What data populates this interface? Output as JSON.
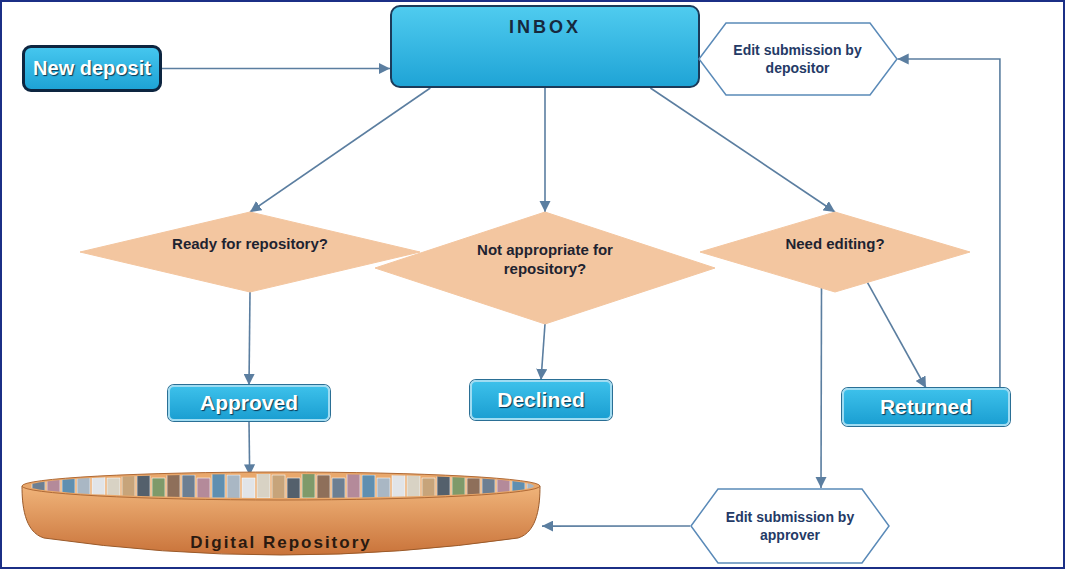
{
  "diagram": {
    "nodes": [
      {
        "text": [
          "New deposit"
        ]
      },
      {
        "text": [
          "INBOX"
        ]
      },
      {
        "text": [
          "Edit submission by depositor"
        ]
      },
      {
        "text": [
          "Ready for repository?"
        ]
      },
      {
        "text": [
          "Not appropriate for repository?"
        ]
      },
      {
        "text": [
          "Need editing?"
        ]
      },
      {
        "text": [
          "Approved"
        ]
      },
      {
        "text": [
          "Declined"
        ]
      },
      {
        "text": [
          "Returned"
        ]
      },
      {
        "text": [
          "Digital Repository"
        ]
      },
      {
        "text": [
          "Edit submission by approver"
        ]
      }
    ],
    "edges": [
      {
        "from": 0,
        "to": 1,
        "arrow": "to"
      },
      {
        "from": 2,
        "to": 1,
        "arrow": "to"
      },
      {
        "from": 1,
        "to": 3,
        "arrow": "to"
      },
      {
        "from": 1,
        "to": 4,
        "arrow": "to"
      },
      {
        "from": 1,
        "to": 5,
        "arrow": "to"
      },
      {
        "from": 3,
        "to": 6,
        "arrow": "to"
      },
      {
        "from": 4,
        "to": 7,
        "arrow": "to"
      },
      {
        "from": 5,
        "to": 8,
        "arrow": "to"
      },
      {
        "from": 5,
        "to": 10,
        "arrow": "to"
      },
      {
        "from": 8,
        "to": 2,
        "arrow": "to"
      },
      {
        "from": 6,
        "to": 9,
        "arrow": "to"
      },
      {
        "from": 10,
        "to": 9,
        "arrow": "to"
      }
    ]
  }
}
